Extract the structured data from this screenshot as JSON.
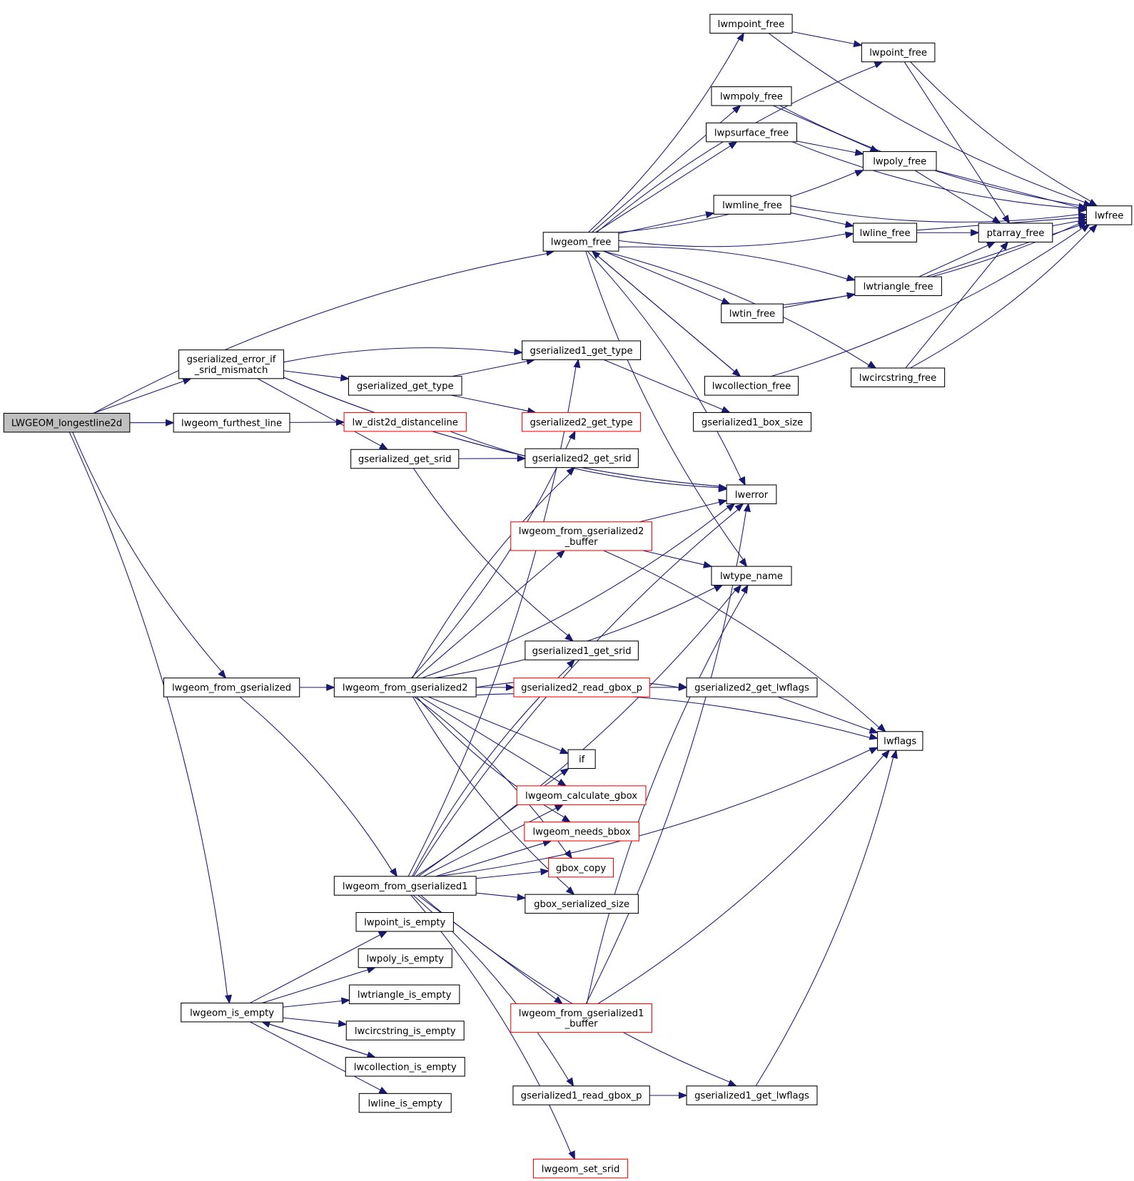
{
  "title": "Call graph of LWGEOM_longestline2d",
  "colors": {
    "edge": "#191970",
    "root_fill": "#bfbfbf",
    "node_border": "#000000",
    "external_border": "#ff0000"
  },
  "nodes": [
    {
      "id": "root",
      "label": [
        "LWGEOM_longestline2d"
      ],
      "style": "root"
    },
    {
      "id": "gserialized_error_if_srid_mismatch",
      "label": [
        "gserialized_error_if",
        "_srid_mismatch"
      ],
      "style": "normal"
    },
    {
      "id": "lwgeom_furthest_line",
      "label": [
        "lwgeom_furthest_line"
      ],
      "style": "normal"
    },
    {
      "id": "lwgeom_from_gserialized",
      "label": [
        "lwgeom_from_gserialized"
      ],
      "style": "normal"
    },
    {
      "id": "lwgeom_is_empty",
      "label": [
        "lwgeom_is_empty"
      ],
      "style": "normal"
    },
    {
      "id": "lwgeom_free",
      "label": [
        "lwgeom_free"
      ],
      "style": "normal"
    },
    {
      "id": "gserialized_get_type",
      "label": [
        "gserialized_get_type"
      ],
      "style": "normal"
    },
    {
      "id": "lw_dist2d_distanceline",
      "label": [
        "lw_dist2d_distanceline"
      ],
      "style": "red"
    },
    {
      "id": "gserialized_get_srid",
      "label": [
        "gserialized_get_srid"
      ],
      "style": "normal"
    },
    {
      "id": "lwgeom_from_gserialized2",
      "label": [
        "lwgeom_from_gserialized2"
      ],
      "style": "normal"
    },
    {
      "id": "lwgeom_from_gserialized1",
      "label": [
        "lwgeom_from_gserialized1"
      ],
      "style": "normal"
    },
    {
      "id": "lwpoint_is_empty",
      "label": [
        "lwpoint_is_empty"
      ],
      "style": "normal"
    },
    {
      "id": "lwpoly_is_empty",
      "label": [
        "lwpoly_is_empty"
      ],
      "style": "normal"
    },
    {
      "id": "lwtriangle_is_empty",
      "label": [
        "lwtriangle_is_empty"
      ],
      "style": "normal"
    },
    {
      "id": "lwcircstring_is_empty",
      "label": [
        "lwcircstring_is_empty"
      ],
      "style": "normal"
    },
    {
      "id": "lwcollection_is_empty",
      "label": [
        "lwcollection_is_empty"
      ],
      "style": "normal"
    },
    {
      "id": "lwline_is_empty",
      "label": [
        "lwline_is_empty"
      ],
      "style": "normal"
    },
    {
      "id": "gserialized1_get_type",
      "label": [
        "gserialized1_get_type"
      ],
      "style": "normal"
    },
    {
      "id": "gserialized2_get_type",
      "label": [
        "gserialized2_get_type"
      ],
      "style": "red"
    },
    {
      "id": "gserialized2_get_srid",
      "label": [
        "gserialized2_get_srid"
      ],
      "style": "normal"
    },
    {
      "id": "lwgeom_from_gserialized2_buffer",
      "label": [
        "lwgeom_from_gserialized2",
        "_buffer"
      ],
      "style": "red"
    },
    {
      "id": "gserialized1_get_srid",
      "label": [
        "gserialized1_get_srid"
      ],
      "style": "normal"
    },
    {
      "id": "gserialized2_read_gbox_p",
      "label": [
        "gserialized2_read_gbox_p"
      ],
      "style": "red"
    },
    {
      "id": "if",
      "label": [
        "if"
      ],
      "style": "normal"
    },
    {
      "id": "lwgeom_calculate_gbox",
      "label": [
        "lwgeom_calculate_gbox"
      ],
      "style": "red"
    },
    {
      "id": "lwgeom_needs_bbox",
      "label": [
        "lwgeom_needs_bbox"
      ],
      "style": "red"
    },
    {
      "id": "gbox_copy",
      "label": [
        "gbox_copy"
      ],
      "style": "red"
    },
    {
      "id": "gbox_serialized_size",
      "label": [
        "gbox_serialized_size"
      ],
      "style": "normal"
    },
    {
      "id": "lwgeom_from_gserialized1_buffer",
      "label": [
        "lwgeom_from_gserialized1",
        "_buffer"
      ],
      "style": "red"
    },
    {
      "id": "gserialized1_read_gbox_p",
      "label": [
        "gserialized1_read_gbox_p"
      ],
      "style": "normal"
    },
    {
      "id": "lwgeom_set_srid",
      "label": [
        "lwgeom_set_srid"
      ],
      "style": "red"
    },
    {
      "id": "lwmpoint_free",
      "label": [
        "lwmpoint_free"
      ],
      "style": "normal"
    },
    {
      "id": "lwpoint_free",
      "label": [
        "lwpoint_free"
      ],
      "style": "normal"
    },
    {
      "id": "lwmpoly_free",
      "label": [
        "lwmpoly_free"
      ],
      "style": "normal"
    },
    {
      "id": "lwpsurface_free",
      "label": [
        "lwpsurface_free"
      ],
      "style": "normal"
    },
    {
      "id": "lwpoly_free",
      "label": [
        "lwpoly_free"
      ],
      "style": "normal"
    },
    {
      "id": "lwmline_free",
      "label": [
        "lwmline_free"
      ],
      "style": "normal"
    },
    {
      "id": "lwline_free",
      "label": [
        "lwline_free"
      ],
      "style": "normal"
    },
    {
      "id": "lwtriangle_free",
      "label": [
        "lwtriangle_free"
      ],
      "style": "normal"
    },
    {
      "id": "lwtin_free",
      "label": [
        "lwtin_free"
      ],
      "style": "normal"
    },
    {
      "id": "lwcircstring_free",
      "label": [
        "lwcircstring_free"
      ],
      "style": "normal"
    },
    {
      "id": "lwcollection_free",
      "label": [
        "lwcollection_free"
      ],
      "style": "normal"
    },
    {
      "id": "gserialized1_box_size",
      "label": [
        "gserialized1_box_size"
      ],
      "style": "normal"
    },
    {
      "id": "ptarray_free",
      "label": [
        "ptarray_free"
      ],
      "style": "normal"
    },
    {
      "id": "lwfree",
      "label": [
        "lwfree"
      ],
      "style": "normal"
    },
    {
      "id": "lwerror",
      "label": [
        "lwerror"
      ],
      "style": "normal"
    },
    {
      "id": "lwtype_name",
      "label": [
        "lwtype_name"
      ],
      "style": "normal"
    },
    {
      "id": "gserialized2_get_lwflags",
      "label": [
        "gserialized2_get_lwflags"
      ],
      "style": "normal"
    },
    {
      "id": "lwflags",
      "label": [
        "lwflags"
      ],
      "style": "normal"
    },
    {
      "id": "gserialized1_get_lwflags",
      "label": [
        "gserialized1_get_lwflags"
      ],
      "style": "normal"
    }
  ],
  "edges": [
    [
      "root",
      "lwgeom_free"
    ],
    [
      "root",
      "gserialized_error_if_srid_mismatch"
    ],
    [
      "root",
      "lwgeom_furthest_line"
    ],
    [
      "root",
      "lwgeom_from_gserialized"
    ],
    [
      "root",
      "lwgeom_is_empty"
    ],
    [
      "gserialized_error_if_srid_mismatch",
      "lwerror"
    ],
    [
      "gserialized_error_if_srid_mismatch",
      "gserialized1_get_type"
    ],
    [
      "gserialized_error_if_srid_mismatch",
      "gserialized_get_type"
    ],
    [
      "gserialized_error_if_srid_mismatch",
      "gserialized_get_srid"
    ],
    [
      "gserialized_error_if_srid_mismatch",
      "lwerror"
    ],
    [
      "lwgeom_furthest_line",
      "lw_dist2d_distanceline"
    ],
    [
      "lw_dist2d_distanceline",
      "lwerror"
    ],
    [
      "gserialized_get_type",
      "gserialized1_get_type"
    ],
    [
      "gserialized_get_type",
      "gserialized2_get_type"
    ],
    [
      "gserialized_get_srid",
      "gserialized2_get_srid"
    ],
    [
      "gserialized_get_srid",
      "gserialized1_get_srid"
    ],
    [
      "gserialized1_get_type",
      "gserialized1_box_size"
    ],
    [
      "lwgeom_from_gserialized",
      "lwgeom_from_gserialized2"
    ],
    [
      "lwgeom_from_gserialized",
      "lwgeom_from_gserialized1"
    ],
    [
      "lwgeom_from_gserialized2",
      "gserialized2_get_type"
    ],
    [
      "lwgeom_from_gserialized2",
      "gserialized2_get_srid"
    ],
    [
      "lwgeom_from_gserialized2",
      "lwerror"
    ],
    [
      "lwgeom_from_gserialized2",
      "lwgeom_from_gserialized2_buffer"
    ],
    [
      "lwgeom_from_gserialized2",
      "lwtype_name"
    ],
    [
      "lwgeom_from_gserialized2",
      "gserialized2_get_lwflags"
    ],
    [
      "lwgeom_from_gserialized2",
      "gserialized2_read_gbox_p"
    ],
    [
      "lwgeom_from_gserialized2",
      "lwflags"
    ],
    [
      "lwgeom_from_gserialized2",
      "if"
    ],
    [
      "lwgeom_from_gserialized2",
      "lwgeom_calculate_gbox"
    ],
    [
      "lwgeom_from_gserialized2",
      "lwgeom_needs_bbox"
    ],
    [
      "lwgeom_from_gserialized2",
      "gbox_copy"
    ],
    [
      "lwgeom_from_gserialized2",
      "gbox_serialized_size"
    ],
    [
      "lwgeom_from_gserialized2_buffer",
      "lwerror"
    ],
    [
      "lwgeom_from_gserialized2_buffer",
      "lwtype_name"
    ],
    [
      "lwgeom_from_gserialized2_buffer",
      "lwflags"
    ],
    [
      "gserialized2_read_gbox_p",
      "gserialized2_get_lwflags"
    ],
    [
      "gserialized2_get_lwflags",
      "lwflags"
    ],
    [
      "lwgeom_from_gserialized1",
      "gserialized1_get_type"
    ],
    [
      "lwgeom_from_gserialized1",
      "gserialized1_get_srid"
    ],
    [
      "lwgeom_from_gserialized1",
      "if"
    ],
    [
      "lwgeom_from_gserialized1",
      "lwgeom_calculate_gbox"
    ],
    [
      "lwgeom_from_gserialized1",
      "lwgeom_needs_bbox"
    ],
    [
      "lwgeom_from_gserialized1",
      "gbox_copy"
    ],
    [
      "lwgeom_from_gserialized1",
      "gbox_serialized_size"
    ],
    [
      "lwgeom_from_gserialized1",
      "lwerror"
    ],
    [
      "lwgeom_from_gserialized1",
      "lwtype_name"
    ],
    [
      "lwgeom_from_gserialized1",
      "lwgeom_from_gserialized1_buffer"
    ],
    [
      "lwgeom_from_gserialized1",
      "lwflags"
    ],
    [
      "lwgeom_from_gserialized1",
      "gserialized1_read_gbox_p"
    ],
    [
      "lwgeom_from_gserialized1",
      "gserialized1_get_lwflags"
    ],
    [
      "lwgeom_from_gserialized1",
      "lwgeom_set_srid"
    ],
    [
      "lwgeom_from_gserialized1_buffer",
      "lwerror"
    ],
    [
      "lwgeom_from_gserialized1_buffer",
      "lwtype_name"
    ],
    [
      "lwgeom_from_gserialized1_buffer",
      "lwflags"
    ],
    [
      "gserialized1_read_gbox_p",
      "gserialized1_get_lwflags"
    ],
    [
      "gserialized1_get_lwflags",
      "lwflags"
    ],
    [
      "lwgeom_is_empty",
      "lwpoint_is_empty"
    ],
    [
      "lwgeom_is_empty",
      "lwpoly_is_empty"
    ],
    [
      "lwgeom_is_empty",
      "lwtriangle_is_empty"
    ],
    [
      "lwgeom_is_empty",
      "lwcircstring_is_empty"
    ],
    [
      "lwgeom_is_empty",
      "lwcollection_is_empty"
    ],
    [
      "lwgeom_is_empty",
      "lwline_is_empty"
    ],
    [
      "lwcollection_is_empty",
      "lwgeom_is_empty"
    ],
    [
      "lwgeom_free",
      "lwmpoint_free"
    ],
    [
      "lwgeom_free",
      "lwpoint_free"
    ],
    [
      "lwgeom_free",
      "lwmpoly_free"
    ],
    [
      "lwgeom_free",
      "lwpsurface_free"
    ],
    [
      "lwgeom_free",
      "lwpoly_free"
    ],
    [
      "lwgeom_free",
      "lwmline_free"
    ],
    [
      "lwgeom_free",
      "lwline_free"
    ],
    [
      "lwgeom_free",
      "lwtriangle_free"
    ],
    [
      "lwgeom_free",
      "lwtin_free"
    ],
    [
      "lwgeom_free",
      "lwcircstring_free"
    ],
    [
      "lwgeom_free",
      "lwcollection_free"
    ],
    [
      "lwgeom_free",
      "lwerror"
    ],
    [
      "lwgeom_free",
      "lwtype_name"
    ],
    [
      "lwcollection_free",
      "lwgeom_free"
    ],
    [
      "lwcollection_free",
      "lwfree"
    ],
    [
      "lwmpoint_free",
      "lwpoint_free"
    ],
    [
      "lwmpoint_free",
      "lwfree"
    ],
    [
      "lwpoint_free",
      "ptarray_free"
    ],
    [
      "lwpoint_free",
      "lwfree"
    ],
    [
      "lwmpoly_free",
      "lwpoly_free"
    ],
    [
      "lwmpoly_free",
      "lwfree"
    ],
    [
      "lwpsurface_free",
      "lwpoly_free"
    ],
    [
      "lwpsurface_free",
      "lwfree"
    ],
    [
      "lwpoly_free",
      "ptarray_free"
    ],
    [
      "lwpoly_free",
      "lwfree"
    ],
    [
      "lwmline_free",
      "lwline_free"
    ],
    [
      "lwmline_free",
      "lwfree"
    ],
    [
      "lwline_free",
      "ptarray_free"
    ],
    [
      "lwline_free",
      "lwfree"
    ],
    [
      "lwtin_free",
      "lwtriangle_free"
    ],
    [
      "lwtin_free",
      "lwfree"
    ],
    [
      "lwtriangle_free",
      "ptarray_free"
    ],
    [
      "lwtriangle_free",
      "lwfree"
    ],
    [
      "lwcircstring_free",
      "ptarray_free"
    ],
    [
      "lwcircstring_free",
      "lwfree"
    ],
    [
      "ptarray_free",
      "lwfree"
    ]
  ]
}
